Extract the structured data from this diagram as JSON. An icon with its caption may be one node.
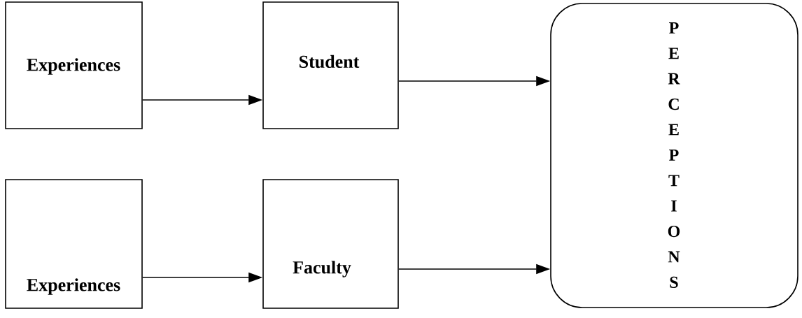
{
  "diagram": {
    "nodes": [
      {
        "text": [
          "Experiences"
        ]
      },
      {
        "text": [
          "Student"
        ]
      },
      {
        "text": [
          "Experiences"
        ]
      },
      {
        "text": [
          "Faculty"
        ]
      },
      {
        "text": [
          "PERCEPTIONS"
        ]
      }
    ],
    "edges": [
      {
        "from": 0,
        "to": 1,
        "arrow": "to"
      },
      {
        "from": 1,
        "to": 4,
        "arrow": "to"
      },
      {
        "from": 2,
        "to": 3,
        "arrow": "to"
      },
      {
        "from": 3,
        "to": 4,
        "arrow": "to"
      }
    ]
  }
}
